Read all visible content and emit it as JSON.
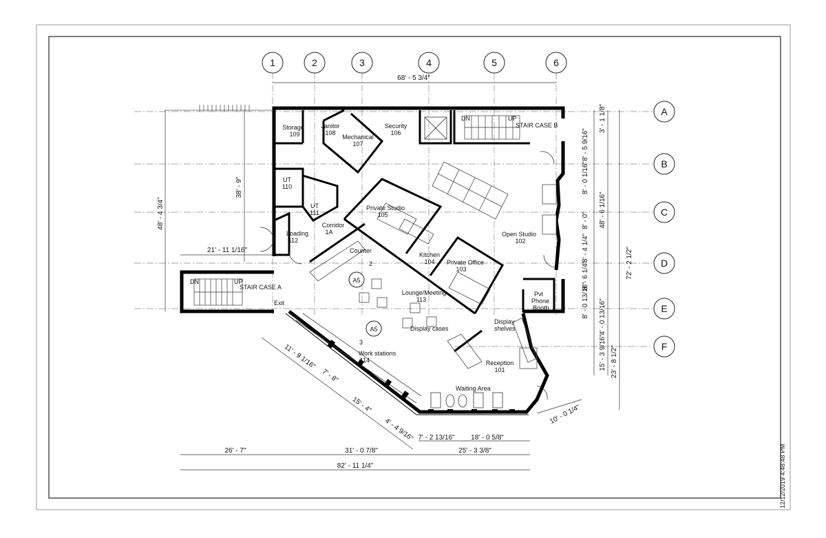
{
  "grid": {
    "columns": [
      "1",
      "2",
      "3",
      "4",
      "5",
      "6"
    ],
    "rows": [
      "A",
      "B",
      "C",
      "D",
      "E",
      "F"
    ]
  },
  "rooms": [
    {
      "name": "Storage",
      "number": "109"
    },
    {
      "name": "Janitor",
      "number": "108"
    },
    {
      "name": "Mechanical",
      "number": "107"
    },
    {
      "name": "Security",
      "number": "106"
    },
    {
      "name": "UT",
      "number": "110"
    },
    {
      "name": "UT",
      "number": "111"
    },
    {
      "name": "Loading",
      "number": "112"
    },
    {
      "name": "Corridor",
      "number": "1A"
    },
    {
      "name": "Private Studio",
      "number": "105"
    },
    {
      "name": "Kitchen",
      "number": "104"
    },
    {
      "name": "Private Office",
      "number": "103"
    },
    {
      "name": "Open Studio",
      "number": "102"
    },
    {
      "name": "Lounge/Meeting",
      "number": "113"
    },
    {
      "name": "Work stations",
      "number": "114"
    },
    {
      "name": "Reception",
      "number": "101"
    }
  ],
  "labels": {
    "stair_a": "STAIR CASE A",
    "stair_b": "STAIR CASE B",
    "dn": "DN",
    "up": "UP",
    "exit": "Exit",
    "counter": "Counter",
    "display_cases": "Display cases",
    "display_shelves_1": "Display",
    "display_shelves_2": "shelves",
    "waiting_area": "Waiting Area",
    "pvt_phone_1": "Pvt",
    "pvt_phone_2": "Phone",
    "pvt_phone_3": "Booth",
    "section_tag": "A5",
    "section_num_2": "2",
    "section_num_3": "3"
  },
  "dimensions": {
    "top_overall": "68' - 5 3/4\"",
    "left_tall": "48' - 4 3/4\"",
    "left_inner": "38' - 9\"",
    "stair_width": "21' - 11 1/16\"",
    "right_a_b1": "3' - 1 1/8\"",
    "right_a_b2": "8' - 5 9/16\"",
    "right_b_c": "8' - 0 1/16\"",
    "right_c_d": "8' - 0\"",
    "right_d_e1": "8' - 4 1/4\"",
    "right_d_e2": "8' - 6 1/4\"",
    "right_e_f": "8' - 0 13/16\"",
    "right_f_1": "4' - 0 13/16\"",
    "right_f_2": "15' - 3 9/16\"",
    "right_mid": "48' - 6 1/16\"",
    "right_bot": "23' - 8 1/2\"",
    "right_overall": "72' - 2 1/2\"",
    "diag_1": "11' - 9 1/16\"",
    "diag_2": "7' - 8\"",
    "diag_3": "15' - 4\"",
    "diag_4": "4' - 4 9/16\"",
    "diag_5": "10' - 0 1/4\"",
    "bot_1": "7' - 2 13/16\"",
    "bot_2": "18' - 0 5/8\"",
    "bot_3": "26' - 7\"",
    "bot_4": "31' - 0 7/8\"",
    "bot_5": "25' - 3 3/8\"",
    "bot_overall": "82' - 11 1/4\""
  },
  "timestamp": "12/12/2019 4:48:48 PM"
}
